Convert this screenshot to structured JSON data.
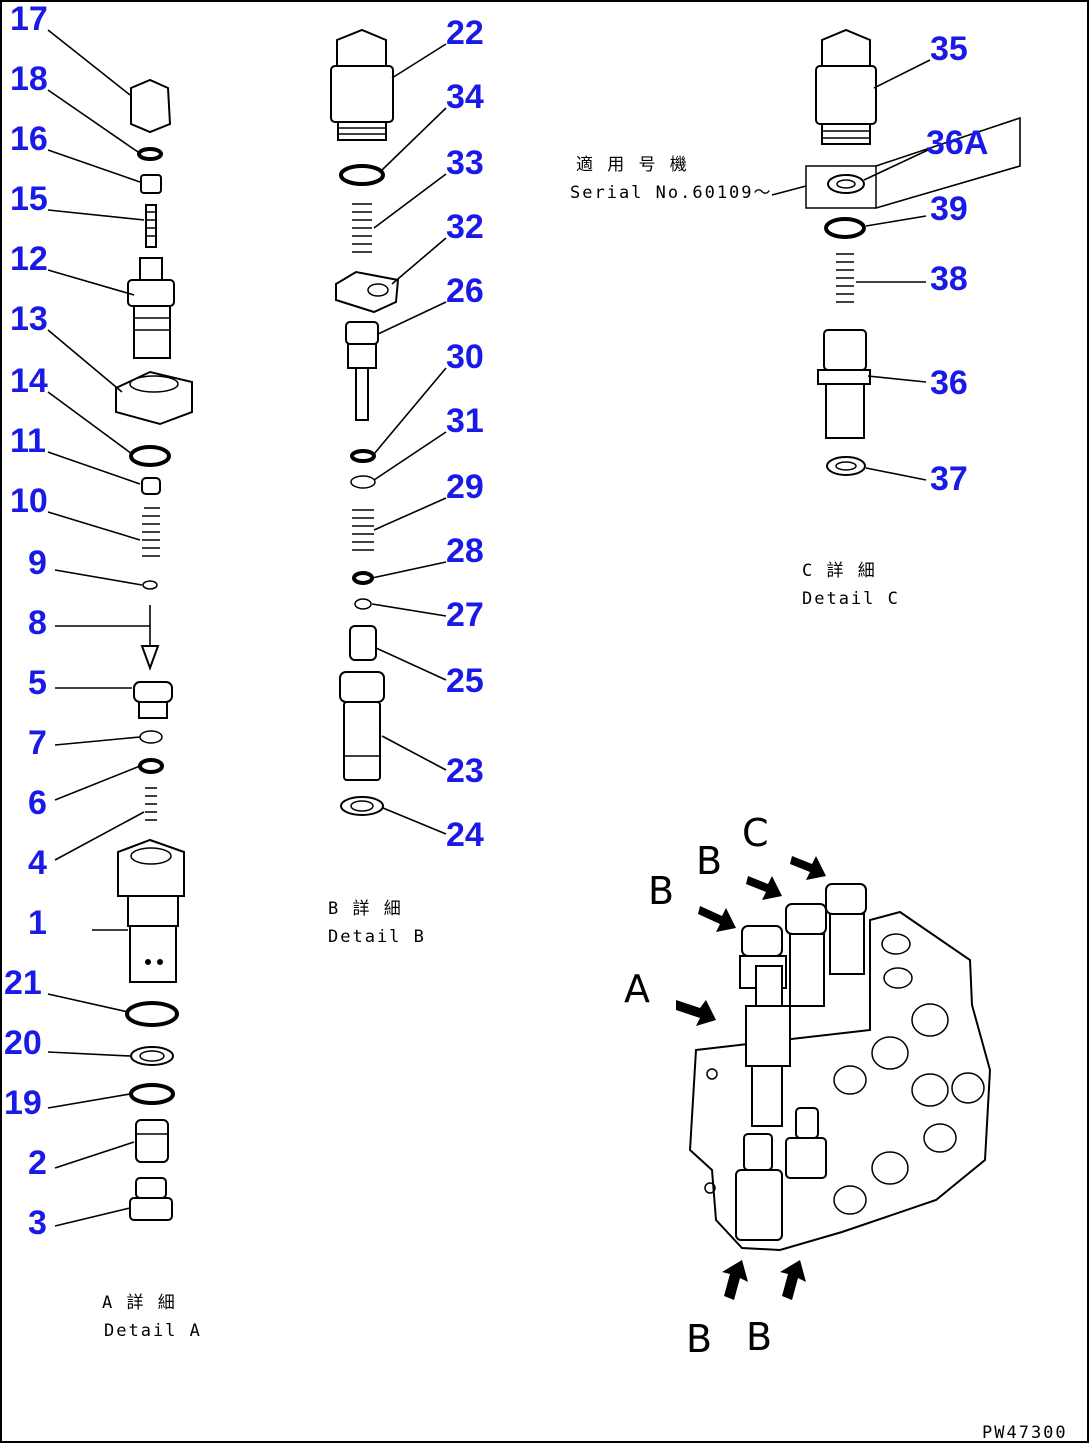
{
  "detail_a": {
    "labels": [
      "17",
      "18",
      "16",
      "15",
      "12",
      "13",
      "14",
      "11",
      "10",
      "9",
      "8",
      "5",
      "7",
      "6",
      "4",
      "1",
      "21",
      "20",
      "19",
      "2",
      "3"
    ],
    "caption_jp": "A 詳 細",
    "caption_en": "Detail A"
  },
  "detail_b": {
    "labels": [
      "22",
      "34",
      "33",
      "32",
      "26",
      "30",
      "31",
      "29",
      "28",
      "27",
      "25",
      "23",
      "24"
    ],
    "caption_jp": "B 詳 細",
    "caption_en": "Detail B"
  },
  "detail_c": {
    "labels": [
      "35",
      "36A",
      "39",
      "38",
      "36",
      "37"
    ],
    "caption_jp": "C 詳 細",
    "caption_en": "Detail C",
    "serial_jp": "適 用 号 機",
    "serial_en": "Serial No.60109～"
  },
  "assembly": {
    "view_labels": [
      "A",
      "B",
      "B",
      "C",
      "B",
      "B"
    ]
  },
  "footer": {
    "drawing_code": "PW47300"
  }
}
